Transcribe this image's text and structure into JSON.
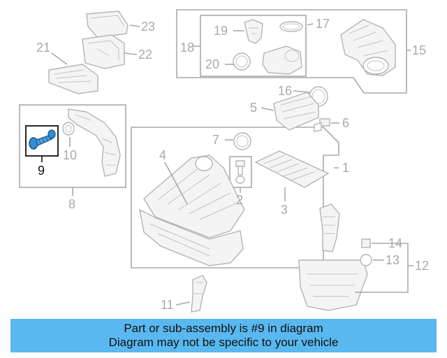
{
  "callouts": {
    "n1": "1",
    "n2": "2",
    "n3": "3",
    "n4": "4",
    "n5": "5",
    "n6": "6",
    "n7": "7",
    "n8": "8",
    "n9": "9",
    "n10": "10",
    "n11": "11",
    "n12": "12",
    "n13": "13",
    "n14": "14",
    "n15": "15",
    "n16": "16",
    "n17": "17",
    "n18": "18",
    "n19": "19",
    "n20": "20",
    "n21": "21",
    "n22": "22",
    "n23": "23"
  },
  "banner": {
    "line1": "Part or sub-assembly is #9 in diagram",
    "line2": "Diagram may not be specific to your vehicle"
  },
  "colors": {
    "banner_bg": "#5ab8f0",
    "highlight_part": "#2e8fd6",
    "line_art": "#a9a9a9"
  }
}
